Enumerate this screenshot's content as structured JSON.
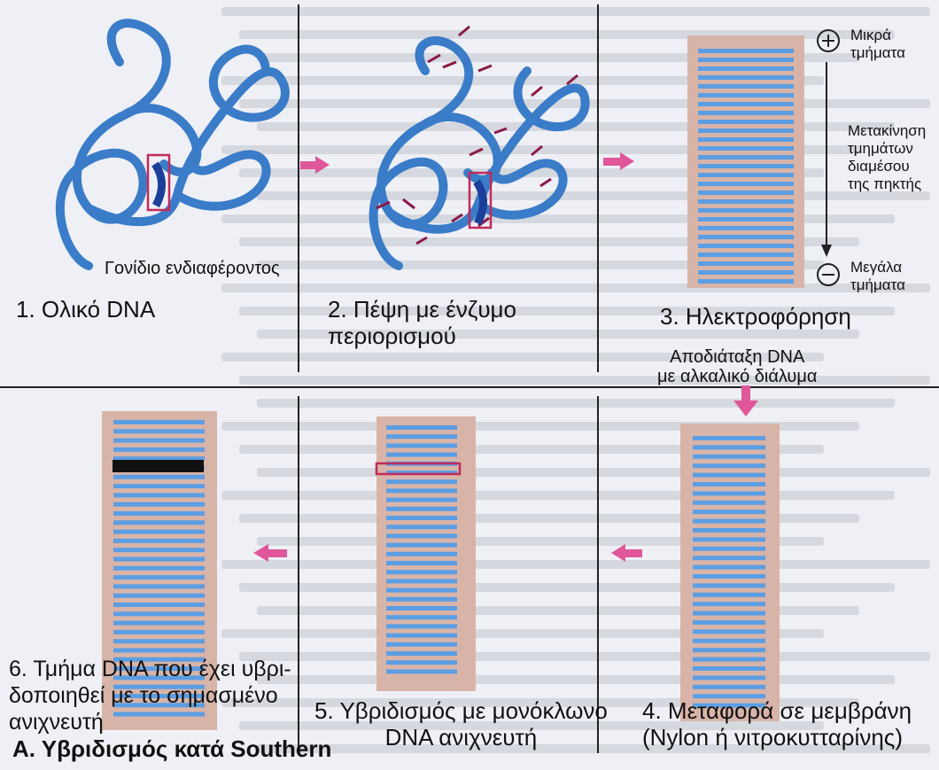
{
  "panels": {
    "p1": {
      "label": "1. Ολικό DNA",
      "gene_label": "Γονίδιο ενδιαφέροντος"
    },
    "p2": {
      "label": "2. Πέψη με ένζυμο\nπεριορισμού"
    },
    "p3": {
      "label": "3. Ηλεκτροφόρηση",
      "top_label": "Μικρά\nτμήματα",
      "mid_label": "Μετακίνηση\nτμημάτων\nδιαμέσου\nτης πηκτής",
      "bottom_label": "Μεγάλα\nτμήματα",
      "plus_sign": "+",
      "minus_sign": "−"
    },
    "p4": {
      "label": "4. Μεταφορά σε μεμβράνη\n(Nylon ή νιτροκυτταρίνης)",
      "step_label": "Αποδιάταξη DNA\nμε αλκαλικό διάλυμα"
    },
    "p5": {
      "label": "5. Υβριδισμός με μονόκλωνο\nDNA ανιχνευτή"
    },
    "p6": {
      "label": "6. Τμήμα DNA που έχει υβρι-\nδοποιηθεί με το σημασμένο\nανιχνευτή"
    }
  },
  "figure_title": "Α. Υβριδισμός κατά Southern",
  "colors": {
    "dna": "#3a7cc8",
    "arrow": "#e0569a",
    "gel": "#d8b4a8",
    "band": "#5b9ee3",
    "highlight": "#c22a5a",
    "dark_band": "#111111",
    "cut_mark": "#8b1a4a"
  },
  "icons": [
    "plus-circle-icon",
    "minus-circle-icon",
    "right-arrow-icon",
    "left-arrow-icon",
    "down-arrow-icon"
  ]
}
